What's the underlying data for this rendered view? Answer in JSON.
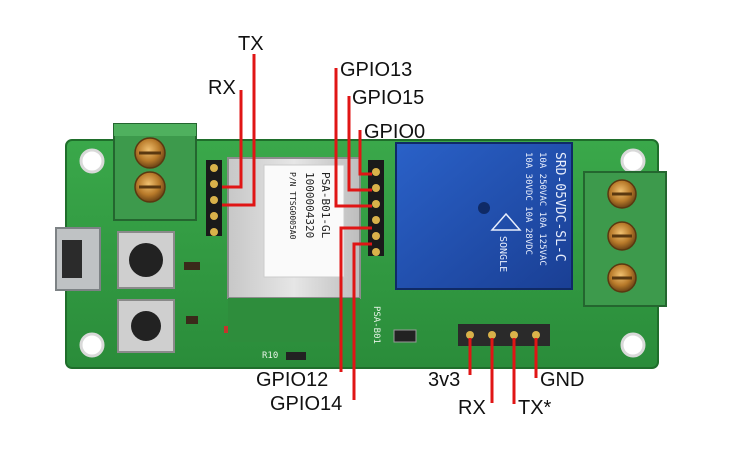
{
  "photo": {
    "module_label": {
      "line1": "PSA-B01-GL",
      "line2": "1000004320",
      "line3": "P/N TTSG0005A0"
    },
    "relay": {
      "model": "SRD-05VDC-SL-C",
      "rating1": "10A 250VAC 10A 125VAC",
      "rating2": "10A 30VDC 10A 28VDC",
      "brand": "SONGLE"
    },
    "silk_pcb": "PSA-B01",
    "silk_r10": "R10"
  },
  "labels": {
    "tx_top": "TX",
    "rx_top": "RX",
    "gpio13": "GPIO13",
    "gpio15": "GPIO15",
    "gpio0": "GPIO0",
    "gpio12": "GPIO12",
    "gpio14": "GPIO14",
    "v33": "3v3",
    "rx_bottom": "RX",
    "tx_bottom": "TX*",
    "gnd": "GND"
  },
  "colors": {
    "pcb": "#2f9a3e",
    "relay": "#1f4fb0",
    "terminal": "#3d9a4c",
    "callout": "#e01515"
  }
}
